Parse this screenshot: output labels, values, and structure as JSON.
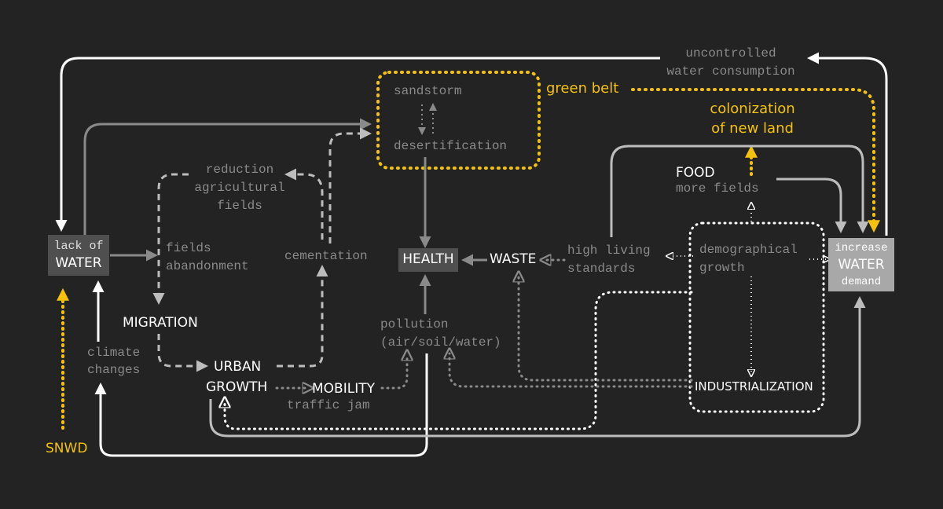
{
  "colors": {
    "background": "#232323",
    "accent_yellow": "#f4c20d",
    "white": "#ffffff",
    "mid_gray": "#8a8a8a",
    "light_gray": "#bdbdbd",
    "box_dark": "#4f4f4f",
    "box_light": "#a8a8a8"
  },
  "nodes": {
    "lack_of_water": {
      "line1": "lack of",
      "line2": "WATER"
    },
    "increase_water_demand": {
      "line1": "increase",
      "line2": "WATER",
      "line3": "demand"
    },
    "health": "HEALTH",
    "waste": "WASTE",
    "migration": "MIGRATION",
    "urban_growth": {
      "line1": "URBAN",
      "line2": "GROWTH"
    },
    "mobility": "MOBILITY",
    "traffic_jam": "traffic jam",
    "industrialization": "INDUSTRIALIZATION",
    "food": "FOOD",
    "more_fields": "more fields",
    "sandstorm": "sandstorm",
    "desertification": "desertification",
    "reduction_agricultural_fields": {
      "line1": "reduction",
      "line2": "agricultural",
      "line3": "fields"
    },
    "fields_abandonment": {
      "line1": "fields",
      "line2": "abandonment"
    },
    "cementation": "cementation",
    "pollution": {
      "line1": "pollution",
      "line2": "(air/soil/water)"
    },
    "high_living_standards": {
      "line1": "high living",
      "line2": "standards"
    },
    "demographical_growth": {
      "line1": "demographical",
      "line2": "growth"
    },
    "climate_changes": {
      "line1": "climate",
      "line2": "changes"
    },
    "uncontrolled_water_consumption": {
      "line1": "uncontrolled",
      "line2": "water consumption"
    },
    "green_belt": "green belt",
    "colonization": {
      "line1": "colonization",
      "line2": "of new land"
    },
    "snwd": "SNWD"
  }
}
